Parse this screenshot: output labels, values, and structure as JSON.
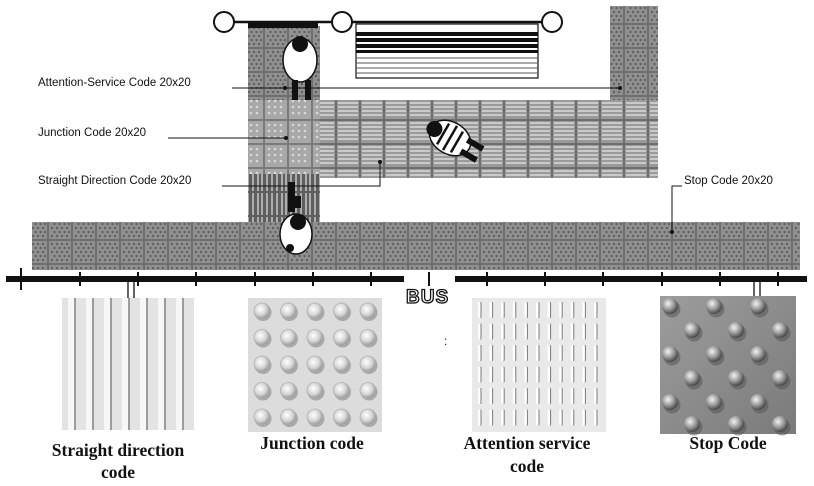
{
  "labels": {
    "attention": "Attention-Service Code 20x20",
    "junction": "Junction Code 20x20",
    "straight": "Straight Direction Code 20x20",
    "stop": "Stop Code 20x20"
  },
  "bus_sign": "BUS",
  "captions": {
    "straight_line1": "Straight direction",
    "straight_line2": "code",
    "junction": "Junction code",
    "attention_line1": "Attention service",
    "attention_line2": "code",
    "stop": "Stop Code"
  },
  "separator_mark": ":",
  "colors": {
    "tile_dark": "#8a8a8a",
    "tile_light": "#bdbdbd",
    "tile_grout": "#6a6a6a",
    "sample_bg": "#d9d9d9",
    "stop_bg": "#8c8c8c",
    "ink": "#111111"
  },
  "icons": [
    "person-topview-icon",
    "bench-icon",
    "bus-sign-icon"
  ]
}
